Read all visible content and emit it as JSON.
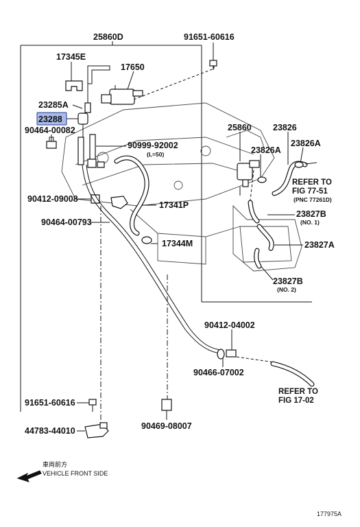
{
  "parts": {
    "p25860D": "25860D",
    "p91651_top": "91651-60616",
    "p17345E": "17345E",
    "p17650": "17650",
    "p23285A": "23285A",
    "p23288": "23288",
    "p90464_00082": "90464-00082",
    "p90999": "90999-92002",
    "p90999_sub": "(L=50)",
    "p90412_09008": "90412-09008",
    "p17341P": "17341P",
    "p90464_00793": "90464-00793",
    "p17344M": "17344M",
    "p25860": "25860",
    "p23826": "23826",
    "p23826A_1": "23826A",
    "p23826A_2": "23826A",
    "p23827B_1": "23827B",
    "p23827B_1_sub": "(NO. 1)",
    "p23827A": "23827A",
    "p23827B_2": "23827B",
    "p23827B_2_sub": "(NO. 2)",
    "p90412_04002": "90412-04002",
    "p90466_07002": "90466-07002",
    "p91651_bot": "91651-60616",
    "p44783": "44783-44010",
    "p90469": "90469-08007"
  },
  "refs": {
    "fig77_l1": "REFER TO",
    "fig77_l2": "FIG 77-51",
    "fig77_l3": "(PNC 77261D)",
    "fig17_l1": "REFER TO",
    "fig17_l2": "FIG 17-02"
  },
  "direction": {
    "jp": "車両前方",
    "en": "VEHICLE FRONT SIDE"
  },
  "figure_number": "177975A",
  "highlight_color": "#a9b9e8",
  "highlight_border": "#2a3f9a"
}
